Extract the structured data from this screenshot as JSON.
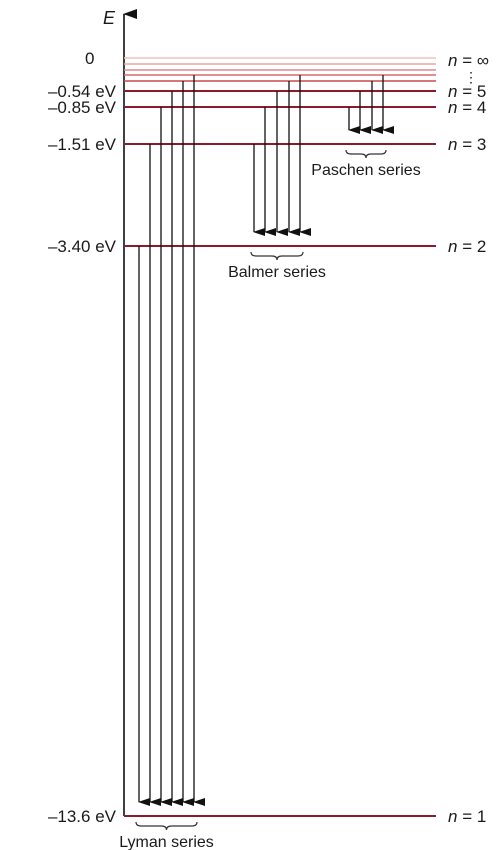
{
  "axis": {
    "label": "E"
  },
  "zero_label": "0",
  "levels": [
    {
      "n": "1",
      "energy_label": "–13.6 eV",
      "energy": -13.6
    },
    {
      "n": "2",
      "energy_label": "–3.40 eV",
      "energy": -3.4
    },
    {
      "n": "3",
      "energy_label": "–1.51 eV",
      "energy": -1.51
    },
    {
      "n": "4",
      "energy_label": "–0.85 eV",
      "energy": -0.85
    },
    {
      "n": "5",
      "energy_label": "–0.54 eV",
      "energy": -0.54
    }
  ],
  "infinity_label": {
    "n": "∞"
  },
  "n_prefix": "n",
  "equals": " = ",
  "series": [
    {
      "name": "Lyman series",
      "final_level": 1,
      "arrow_count": 6
    },
    {
      "name": "Balmer series",
      "final_level": 2,
      "arrow_count": 5
    },
    {
      "name": "Paschen series",
      "final_level": 3,
      "arrow_count": 4
    }
  ],
  "colors": {
    "level_line": "#8b1a2e",
    "upper_lines": [
      "#c84a50",
      "#d66a6a",
      "#e08a86",
      "#e9a7a0",
      "#f0c2b8"
    ],
    "arrow": "#111111",
    "axis": "#111111"
  }
}
